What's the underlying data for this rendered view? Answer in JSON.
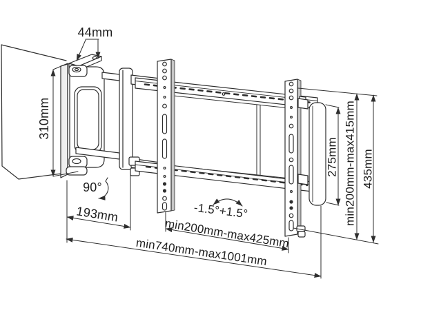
{
  "colors": {
    "line": "#2e2e2e",
    "background": "#ffffff",
    "shade": "#c6c6c6"
  },
  "labels": {
    "top_width": "44mm",
    "plate_height": "310mm",
    "swivel_angle": "90°",
    "arm_depth": "193mm",
    "tilt_range": "-1.5°+1.5°",
    "vesa_width_range": "min200mm-max425mm",
    "total_width_range": "min740mm-max1001mm",
    "slider_height": "275mm",
    "vesa_height_range": "min200mm-max415mm",
    "total_height": "435mm"
  }
}
